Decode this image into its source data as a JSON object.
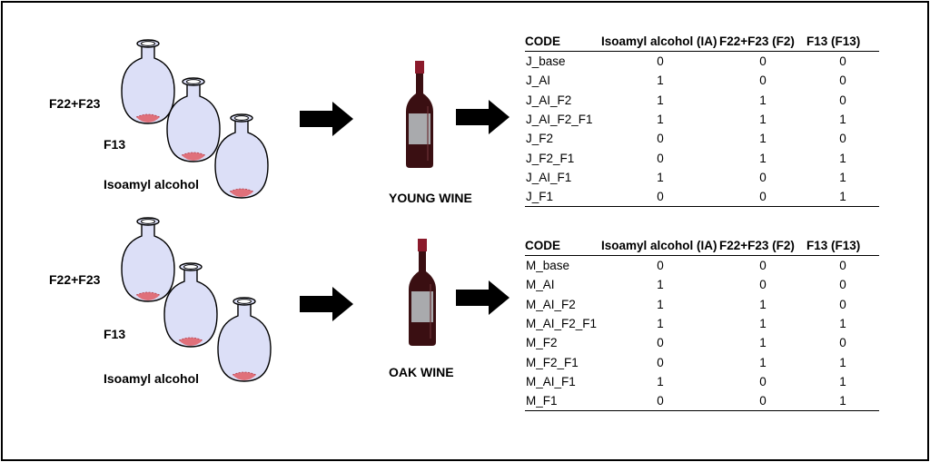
{
  "top_group": {
    "labels": {
      "f22f23": "F22+F23",
      "f13": "F13",
      "isoamyl": "Isoamyl alcohol"
    },
    "wine_label": "YOUNG WINE",
    "table": {
      "headers": [
        "CODE",
        "Isoamyl alcohol (IA)",
        "F22+F23 (F2)",
        "F13 (F13)"
      ],
      "rows": [
        [
          "J_base",
          "0",
          "0",
          "0"
        ],
        [
          "J_AI",
          "1",
          "0",
          "0"
        ],
        [
          "J_AI_F2",
          "1",
          "1",
          "0"
        ],
        [
          "J_AI_F2_F1",
          "1",
          "1",
          "1"
        ],
        [
          "J_F2",
          "0",
          "1",
          "0"
        ],
        [
          "J_F2_F1",
          "0",
          "1",
          "1"
        ],
        [
          "J_AI_F1",
          "1",
          "0",
          "1"
        ],
        [
          "J_F1",
          "0",
          "0",
          "1"
        ]
      ]
    }
  },
  "bottom_group": {
    "labels": {
      "f22f23": "F22+F23",
      "f13": "F13",
      "isoamyl": "Isoamyl alcohol"
    },
    "wine_label": "OAK WINE",
    "table": {
      "headers": [
        "CODE",
        "Isoamyl alcohol (IA)",
        "F22+F23 (F2)",
        "F13 (F13)"
      ],
      "rows": [
        [
          "M_base",
          "0",
          "0",
          "0"
        ],
        [
          "M_AI",
          "1",
          "0",
          "0"
        ],
        [
          "M_AI_F2",
          "1",
          "1",
          "0"
        ],
        [
          "M_AI_F2_F1",
          "1",
          "1",
          "1"
        ],
        [
          "M_F2",
          "0",
          "1",
          "0"
        ],
        [
          "M_F2_F1",
          "0",
          "1",
          "1"
        ],
        [
          "M_AI_F1",
          "1",
          "0",
          "1"
        ],
        [
          "M_F1",
          "0",
          "0",
          "1"
        ]
      ]
    }
  },
  "colors": {
    "flask_fill": "#dcdff7",
    "flask_liquid": "#e0707a",
    "bottle_body": "#3a0f12",
    "bottle_cap": "#8b1a2b",
    "bottle_label": "#a9aaad",
    "arrow": "#000000"
  },
  "icons": {
    "flask": "round-bottom-flask-icon",
    "arrow": "right-arrow-icon",
    "bottle": "wine-bottle-icon"
  }
}
